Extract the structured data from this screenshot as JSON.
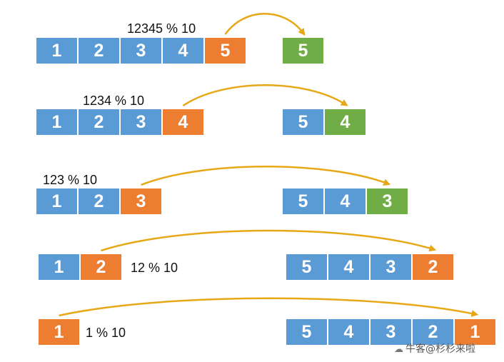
{
  "colors": {
    "blue": "#5b9bd5",
    "orange": "#ed7d31",
    "green": "#70ad47",
    "arrow": "#e6a817"
  },
  "rows": [
    {
      "source": [
        "1",
        "2",
        "3",
        "4",
        "5"
      ],
      "highlight": 4,
      "label": "12345 % 10",
      "result": [
        "5"
      ],
      "new_index": 0,
      "new_color": "green"
    },
    {
      "source": [
        "1",
        "2",
        "3",
        "4"
      ],
      "highlight": 3,
      "label": "1234 % 10",
      "result": [
        "5",
        "4"
      ],
      "new_index": 1,
      "new_color": "green"
    },
    {
      "source": [
        "1",
        "2",
        "3"
      ],
      "highlight": 2,
      "label": "123 % 10",
      "result": [
        "5",
        "4",
        "3"
      ],
      "new_index": 2,
      "new_color": "green"
    },
    {
      "source": [
        "1",
        "2"
      ],
      "highlight": 1,
      "label": "12 % 10",
      "result": [
        "5",
        "4",
        "3",
        "2"
      ],
      "new_index": 3,
      "new_color": "orange"
    },
    {
      "source": [
        "1"
      ],
      "highlight": 0,
      "label": "1 % 10",
      "result": [
        "5",
        "4",
        "3",
        "2",
        "1"
      ],
      "new_index": 4,
      "new_color": "orange"
    }
  ],
  "watermark": {
    "icon": "cloud-icon",
    "text": "牛客@杉杉来啦"
  }
}
